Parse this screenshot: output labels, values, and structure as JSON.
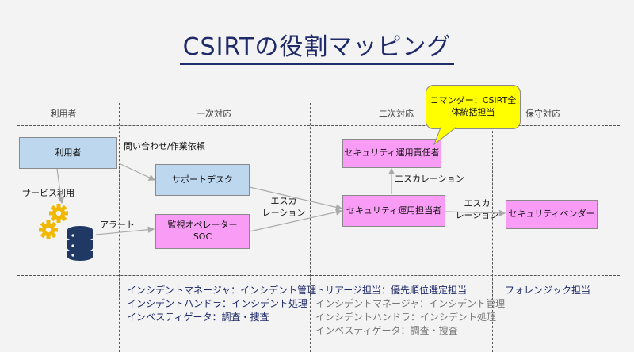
{
  "title": "CSIRTの役割マッピング",
  "columns": {
    "users": "利用者",
    "first": "一次対応",
    "second": "二次対応",
    "maintenance": "保守対応"
  },
  "boxes": {
    "user": "利用者",
    "support_desk": "サポートデスク",
    "monitor_operator": "監視オペレーター",
    "monitor_soc": "SOC",
    "security_manager": "セキュリティ運用責任者",
    "security_staff": "セキュリティ運用担当者",
    "vendor": "セキュリティベンダー"
  },
  "callout": {
    "line1": "コマンダー：CSIRT全",
    "line2": "体統括担当"
  },
  "labels": {
    "inquiry": "問い合わせ/作業依頼",
    "service_use": "サービス利用",
    "alert": "アラート",
    "escalation_1a": "エスカ",
    "escalation_1b": "レーション",
    "escalation_up": "エスカレーション",
    "escalation_2a": "エスカ",
    "escalation_2b": "レーション"
  },
  "roles": {
    "first": [
      "インシデントマネージャ：インシデント管理",
      "インシデントハンドラ：インシデント処理",
      "インベスティゲータ：調査・捜査"
    ],
    "second": [
      "トリアージ担当：優先順位選定担当",
      "インシデントマネージャ：インシデント管理",
      "インシデントハンドラ：インシデント処理",
      "インベスティゲータ：調査・捜査"
    ],
    "maintenance": [
      "フォレンジック担当"
    ]
  },
  "icons": [
    "gear-icon",
    "database-icon"
  ],
  "colors": {
    "title": "#1f2a68",
    "blue_box": "#bdd7ee",
    "pink_box": "#f99cf5",
    "callout": "#ffff00",
    "role_text": "#1f2a68",
    "inactive_role_text": "#777777"
  }
}
